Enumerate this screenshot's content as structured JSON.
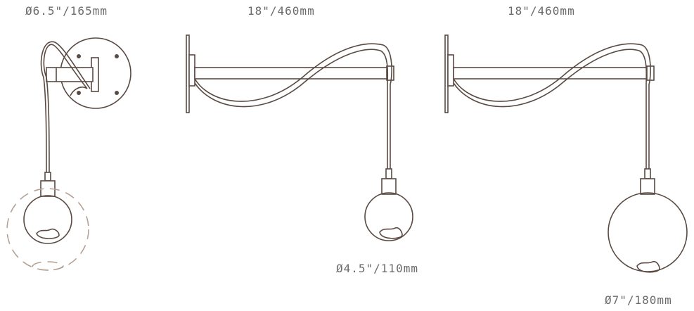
{
  "dimensions": {
    "backplate_diameter": "Ø6.5\"/165mm",
    "arm_length_small": "18\"/460mm",
    "arm_length_large": "18\"/460mm",
    "globe_small_diameter": "Ø4.5\"/110mm",
    "globe_large_diameter": "Ø7\"/180mm"
  },
  "colors": {
    "line": "#5a4a42",
    "dashed_swing": "#b59e92",
    "label_text": "#6b6b6b"
  }
}
